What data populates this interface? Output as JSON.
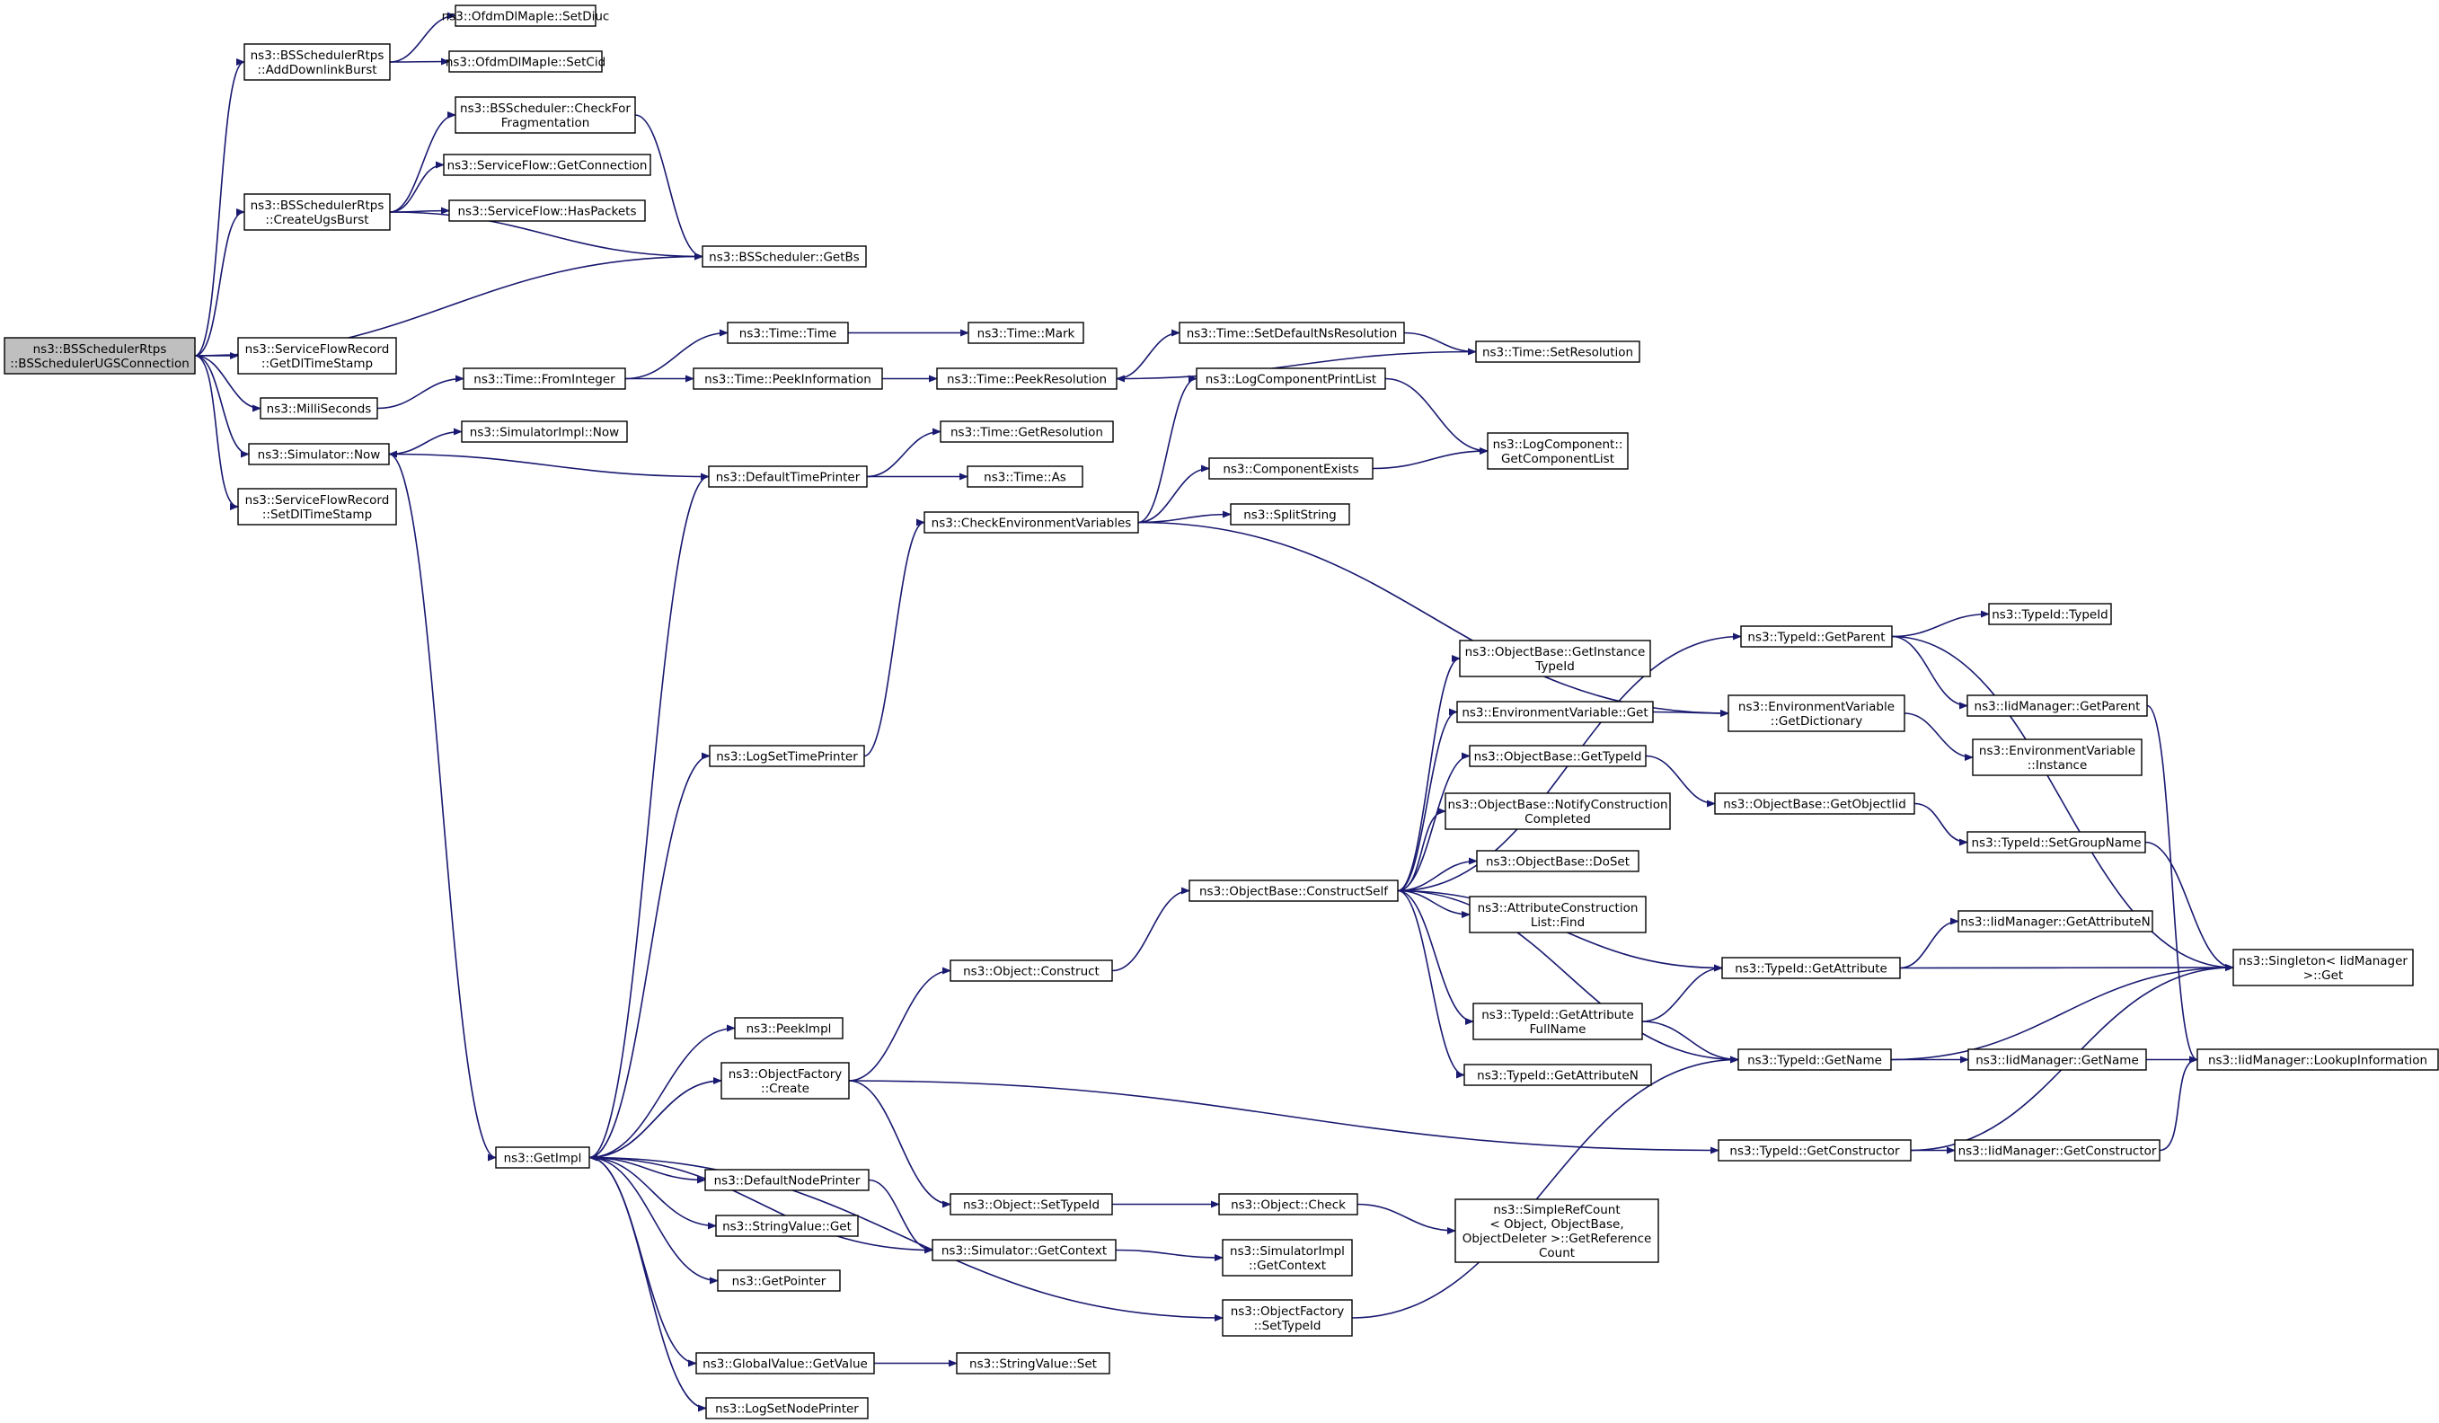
{
  "graph": {
    "colors": {
      "edge": "#191970",
      "node_fill": "#ffffff",
      "node_border": "#000000",
      "root_fill": "#bfbfbf",
      "truncated_border": "#ff0000"
    },
    "nodes": [
      {
        "id": "root",
        "lines": [
          "ns3::BSSchedulerRtps",
          "::BSSchedulerUGSConnection"
        ],
        "style": "root"
      },
      {
        "id": "addDownlinkBurst",
        "lines": [
          "ns3::BSSchedulerRtps",
          "::AddDownlinkBurst"
        ]
      },
      {
        "id": "setDiuc",
        "lines": [
          "ns3::OfdmDlMapIe::SetDiuc"
        ]
      },
      {
        "id": "setCid",
        "lines": [
          "ns3::OfdmDlMapIe::SetCid"
        ]
      },
      {
        "id": "checkForFrag",
        "lines": [
          "ns3::BSScheduler::CheckFor",
          "Fragmentation"
        ]
      },
      {
        "id": "createUgsBurst",
        "lines": [
          "ns3::BSSchedulerRtps",
          "::CreateUgsBurst"
        ]
      },
      {
        "id": "getConnection",
        "lines": [
          "ns3::ServiceFlow::GetConnection"
        ]
      },
      {
        "id": "hasPackets",
        "lines": [
          "ns3::ServiceFlow::HasPackets"
        ]
      },
      {
        "id": "getBs",
        "lines": [
          "ns3::BSScheduler::GetBs"
        ]
      },
      {
        "id": "getDlTimeStamp",
        "lines": [
          "ns3::ServiceFlowRecord",
          "::GetDlTimeStamp"
        ]
      },
      {
        "id": "milliSeconds",
        "lines": [
          "ns3::MilliSeconds"
        ]
      },
      {
        "id": "fromInteger",
        "lines": [
          "ns3::Time::FromInteger"
        ]
      },
      {
        "id": "timeTime",
        "lines": [
          "ns3::Time::Time"
        ]
      },
      {
        "id": "timeMark",
        "lines": [
          "ns3::Time::Mark"
        ]
      },
      {
        "id": "peekInformation",
        "lines": [
          "ns3::Time::PeekInformation"
        ]
      },
      {
        "id": "peekResolution",
        "lines": [
          "ns3::Time::PeekResolution"
        ]
      },
      {
        "id": "setDefaultNsRes",
        "lines": [
          "ns3::Time::SetDefaultNsResolution"
        ]
      },
      {
        "id": "setResolution",
        "lines": [
          "ns3::Time::SetResolution"
        ]
      },
      {
        "id": "simulatorNow",
        "lines": [
          "ns3::Simulator::Now"
        ]
      },
      {
        "id": "simImplNow",
        "lines": [
          "ns3::SimulatorImpl::Now"
        ]
      },
      {
        "id": "setDlTimeStamp",
        "lines": [
          "ns3::ServiceFlowRecord",
          "::SetDlTimeStamp"
        ]
      },
      {
        "id": "defaultTimePrinter",
        "lines": [
          "ns3::DefaultTimePrinter"
        ]
      },
      {
        "id": "getResolution",
        "lines": [
          "ns3::Time::GetResolution"
        ]
      },
      {
        "id": "timeAs",
        "lines": [
          "ns3::Time::As"
        ]
      },
      {
        "id": "logCompPrintList",
        "lines": [
          "ns3::LogComponentPrintList"
        ]
      },
      {
        "id": "logCompGetList",
        "lines": [
          "ns3::LogComponent::",
          "GetComponentList"
        ]
      },
      {
        "id": "componentExists",
        "lines": [
          "ns3::ComponentExists"
        ]
      },
      {
        "id": "checkEnvVars",
        "lines": [
          "ns3::CheckEnvironmentVariables"
        ]
      },
      {
        "id": "splitString",
        "lines": [
          "ns3::SplitString"
        ]
      },
      {
        "id": "typeIdGetParent",
        "lines": [
          "ns3::TypeId::GetParent"
        ]
      },
      {
        "id": "typeIdTypeId",
        "lines": [
          "ns3::TypeId::TypeId"
        ]
      },
      {
        "id": "objBaseGetInstTypeId",
        "lines": [
          "ns3::ObjectBase::GetInstance",
          "TypeId"
        ]
      },
      {
        "id": "envVarGet",
        "lines": [
          "ns3::EnvironmentVariable::Get"
        ]
      },
      {
        "id": "envVarGetDict",
        "lines": [
          "ns3::EnvironmentVariable",
          "::GetDictionary"
        ]
      },
      {
        "id": "iidGetParent",
        "lines": [
          "ns3::IidManager::GetParent"
        ]
      },
      {
        "id": "envVarInstance",
        "lines": [
          "ns3::EnvironmentVariable",
          "::Instance"
        ]
      },
      {
        "id": "logSetTimePrinter",
        "lines": [
          "ns3::LogSetTimePrinter"
        ]
      },
      {
        "id": "objBaseGetTypeId",
        "lines": [
          "ns3::ObjectBase::GetTypeId"
        ]
      },
      {
        "id": "objBaseGetObjectIid",
        "lines": [
          "ns3::ObjectBase::GetObjectIid"
        ],
        "style": "truncated"
      },
      {
        "id": "notifyConstruction",
        "lines": [
          "ns3::ObjectBase::NotifyConstruction",
          "Completed"
        ]
      },
      {
        "id": "typeIdSetGroupName",
        "lines": [
          "ns3::TypeId::SetGroupName"
        ],
        "style": "truncated"
      },
      {
        "id": "objBaseDoSet",
        "lines": [
          "ns3::ObjectBase::DoSet"
        ]
      },
      {
        "id": "constructSelf",
        "lines": [
          "ns3::ObjectBase::ConstructSelf"
        ]
      },
      {
        "id": "attrConstructionFind",
        "lines": [
          "ns3::AttributeConstruction",
          "List::Find"
        ]
      },
      {
        "id": "iidGetAttributeN",
        "lines": [
          "ns3::IidManager::GetAttributeN"
        ]
      },
      {
        "id": "singletonGet",
        "lines": [
          "ns3::Singleton< IidManager",
          " >::Get"
        ]
      },
      {
        "id": "objectConstruct",
        "lines": [
          "ns3::Object::Construct"
        ]
      },
      {
        "id": "typeIdGetAttribute",
        "lines": [
          "ns3::TypeId::GetAttribute"
        ]
      },
      {
        "id": "peekImpl",
        "lines": [
          "ns3::PeekImpl"
        ]
      },
      {
        "id": "getAttrFullName",
        "lines": [
          "ns3::TypeId::GetAttribute",
          "FullName"
        ]
      },
      {
        "id": "objectFactoryCreate",
        "lines": [
          "ns3::ObjectFactory",
          "::Create"
        ]
      },
      {
        "id": "typeIdGetAttributeN",
        "lines": [
          "ns3::TypeId::GetAttributeN"
        ]
      },
      {
        "id": "typeIdGetName",
        "lines": [
          "ns3::TypeId::GetName"
        ]
      },
      {
        "id": "iidGetName",
        "lines": [
          "ns3::IidManager::GetName"
        ]
      },
      {
        "id": "iidLookupInfo",
        "lines": [
          "ns3::IidManager::LookupInformation"
        ]
      },
      {
        "id": "getImpl",
        "lines": [
          "ns3::GetImpl"
        ]
      },
      {
        "id": "typeIdGetConstructor",
        "lines": [
          "ns3::TypeId::GetConstructor"
        ]
      },
      {
        "id": "iidGetConstructor",
        "lines": [
          "ns3::IidManager::GetConstructor"
        ]
      },
      {
        "id": "defaultNodePrinter",
        "lines": [
          "ns3::DefaultNodePrinter"
        ]
      },
      {
        "id": "objectSetTypeId",
        "lines": [
          "ns3::Object::SetTypeId"
        ]
      },
      {
        "id": "objectCheck",
        "lines": [
          "ns3::Object::Check"
        ]
      },
      {
        "id": "simpleRefCount",
        "lines": [
          "ns3::SimpleRefCount",
          "< Object, ObjectBase,",
          " ObjectDeleter >::GetReference",
          "Count"
        ]
      },
      {
        "id": "stringValueGet",
        "lines": [
          "ns3::StringValue::Get"
        ]
      },
      {
        "id": "simulatorGetContext",
        "lines": [
          "ns3::Simulator::GetContext"
        ]
      },
      {
        "id": "simImplGetContext",
        "lines": [
          "ns3::SimulatorImpl",
          "::GetContext"
        ]
      },
      {
        "id": "getPointer",
        "lines": [
          "ns3::GetPointer"
        ]
      },
      {
        "id": "objFactorySetTypeId",
        "lines": [
          "ns3::ObjectFactory",
          "::SetTypeId"
        ]
      },
      {
        "id": "globalValueGetValue",
        "lines": [
          "ns3::GlobalValue::GetValue"
        ]
      },
      {
        "id": "stringValueSet",
        "lines": [
          "ns3::StringValue::Set"
        ]
      },
      {
        "id": "logSetNodePrinter",
        "lines": [
          "ns3::LogSetNodePrinter"
        ]
      }
    ],
    "edges": [
      [
        "root",
        "addDownlinkBurst"
      ],
      [
        "root",
        "createUgsBurst"
      ],
      [
        "root",
        "getBs"
      ],
      [
        "root",
        "getDlTimeStamp"
      ],
      [
        "root",
        "milliSeconds"
      ],
      [
        "root",
        "simulatorNow"
      ],
      [
        "root",
        "setDlTimeStamp"
      ],
      [
        "addDownlinkBurst",
        "setDiuc"
      ],
      [
        "addDownlinkBurst",
        "setCid"
      ],
      [
        "createUgsBurst",
        "checkForFrag"
      ],
      [
        "createUgsBurst",
        "getConnection"
      ],
      [
        "createUgsBurst",
        "hasPackets"
      ],
      [
        "createUgsBurst",
        "getBs"
      ],
      [
        "checkForFrag",
        "getBs"
      ],
      [
        "milliSeconds",
        "fromInteger"
      ],
      [
        "fromInteger",
        "timeTime"
      ],
      [
        "fromInteger",
        "peekInformation"
      ],
      [
        "timeTime",
        "timeMark"
      ],
      [
        "peekInformation",
        "peekResolution"
      ],
      [
        "peekResolution",
        "setDefaultNsRes"
      ],
      [
        "setDefaultNsRes",
        "setResolution"
      ],
      [
        "setResolution",
        "peekResolution"
      ],
      [
        "simulatorNow",
        "simImplNow"
      ],
      [
        "simulatorNow",
        "getImpl"
      ],
      [
        "defaultTimePrinter",
        "simulatorNow"
      ],
      [
        "defaultTimePrinter",
        "getResolution"
      ],
      [
        "defaultTimePrinter",
        "timeAs"
      ],
      [
        "checkEnvVars",
        "logCompPrintList"
      ],
      [
        "checkEnvVars",
        "componentExists"
      ],
      [
        "checkEnvVars",
        "splitString"
      ],
      [
        "checkEnvVars",
        "envVarGetDict"
      ],
      [
        "logCompPrintList",
        "logCompGetList"
      ],
      [
        "componentExists",
        "logCompGetList"
      ],
      [
        "logSetTimePrinter",
        "checkEnvVars"
      ],
      [
        "typeIdGetParent",
        "typeIdTypeId"
      ],
      [
        "typeIdGetParent",
        "iidGetParent"
      ],
      [
        "typeIdGetParent",
        "singletonGet"
      ],
      [
        "iidGetParent",
        "iidLookupInfo"
      ],
      [
        "envVarGet",
        "envVarGetDict"
      ],
      [
        "envVarGetDict",
        "envVarInstance"
      ],
      [
        "objBaseGetTypeId",
        "objBaseGetObjectIid"
      ],
      [
        "objBaseGetObjectIid",
        "typeIdSetGroupName"
      ],
      [
        "typeIdSetGroupName",
        "singletonGet"
      ],
      [
        "constructSelf",
        "typeIdGetParent"
      ],
      [
        "constructSelf",
        "objBaseGetInstTypeId"
      ],
      [
        "constructSelf",
        "envVarGet"
      ],
      [
        "constructSelf",
        "objBaseGetTypeId"
      ],
      [
        "constructSelf",
        "notifyConstruction"
      ],
      [
        "constructSelf",
        "objBaseDoSet"
      ],
      [
        "constructSelf",
        "attrConstructionFind"
      ],
      [
        "constructSelf",
        "typeIdGetAttribute"
      ],
      [
        "constructSelf",
        "getAttrFullName"
      ],
      [
        "constructSelf",
        "typeIdGetAttributeN"
      ],
      [
        "constructSelf",
        "typeIdGetName"
      ],
      [
        "typeIdGetAttribute",
        "iidGetAttributeN"
      ],
      [
        "typeIdGetAttribute",
        "singletonGet"
      ],
      [
        "getAttrFullName",
        "typeIdGetAttribute"
      ],
      [
        "getAttrFullName",
        "typeIdGetName"
      ],
      [
        "typeIdGetName",
        "singletonGet"
      ],
      [
        "typeIdGetName",
        "iidGetName"
      ],
      [
        "iidGetName",
        "iidLookupInfo"
      ],
      [
        "objectConstruct",
        "constructSelf"
      ],
      [
        "objectFactoryCreate",
        "objectConstruct"
      ],
      [
        "objectFactoryCreate",
        "typeIdGetConstructor"
      ],
      [
        "objectFactoryCreate",
        "objectSetTypeId"
      ],
      [
        "objectFactoryCreate",
        "getImpl"
      ],
      [
        "typeIdGetConstructor",
        "singletonGet"
      ],
      [
        "typeIdGetConstructor",
        "iidGetConstructor"
      ],
      [
        "iidGetConstructor",
        "iidLookupInfo"
      ],
      [
        "getImpl",
        "defaultTimePrinter"
      ],
      [
        "getImpl",
        "logSetTimePrinter"
      ],
      [
        "getImpl",
        "peekImpl"
      ],
      [
        "getImpl",
        "objectFactoryCreate"
      ],
      [
        "getImpl",
        "defaultNodePrinter"
      ],
      [
        "getImpl",
        "stringValueGet"
      ],
      [
        "getImpl",
        "getPointer"
      ],
      [
        "getImpl",
        "objFactorySetTypeId"
      ],
      [
        "getImpl",
        "globalValueGetValue"
      ],
      [
        "getImpl",
        "logSetNodePrinter"
      ],
      [
        "defaultNodePrinter",
        "simulatorGetContext"
      ],
      [
        "simulatorGetContext",
        "getImpl"
      ],
      [
        "simulatorGetContext",
        "simImplGetContext"
      ],
      [
        "objectSetTypeId",
        "objectCheck"
      ],
      [
        "objectCheck",
        "simpleRefCount"
      ],
      [
        "objFactorySetTypeId",
        "typeIdGetName"
      ],
      [
        "globalValueGetValue",
        "stringValueSet"
      ]
    ]
  }
}
